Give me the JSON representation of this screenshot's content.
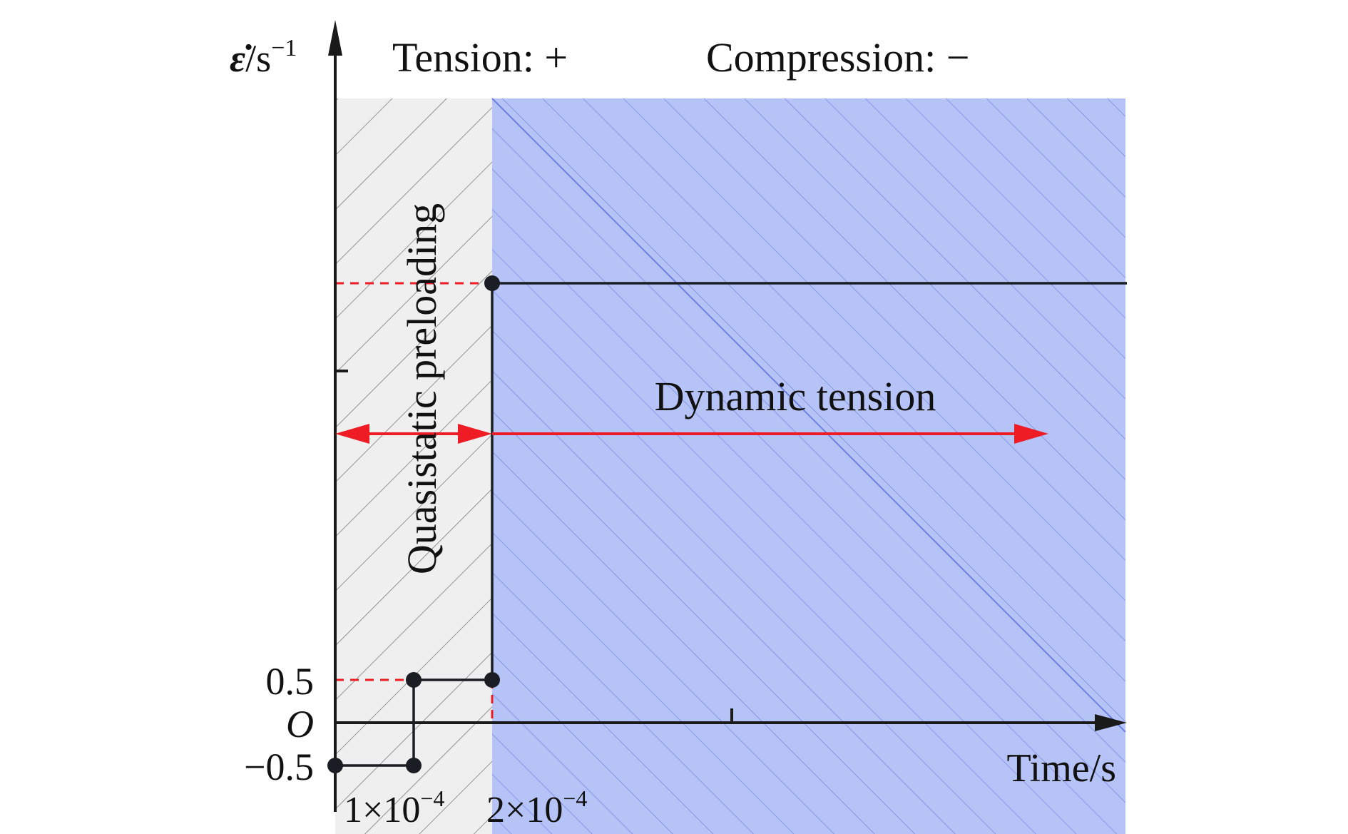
{
  "legend": {
    "tension": "Tension: +",
    "compression": "Compression: −"
  },
  "axes": {
    "y_label_symbol": "ε̇",
    "y_label_unit": "/s",
    "y_label_exponent": "−1",
    "x_label": "Time/s",
    "origin_label": "O",
    "y_ticks": {
      "positive": "0.5",
      "negative": "−0.5"
    },
    "x_ticks": {
      "first_mantissa": "1×10",
      "first_exponent": "−4",
      "second_mantissa": "2×10",
      "second_exponent": "−4"
    }
  },
  "regions": {
    "quasistatic": "Quasistatic preloading",
    "dynamic": "Dynamic tension"
  },
  "colors": {
    "quasistatic_fill": "#eeefee",
    "dynamic_fill": "#b6c3f7",
    "hatch_gray": "#555555",
    "hatch_blue": "#5a71d6",
    "axis": "#1a1a1a",
    "signal": "#1a1d24",
    "guide_red": "#ee1c24"
  }
}
